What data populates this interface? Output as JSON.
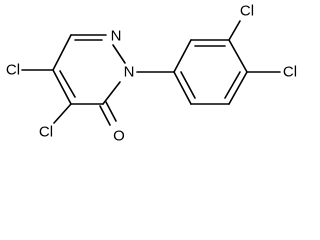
{
  "molecule": {
    "atoms": {
      "n1": "N",
      "n2": "N",
      "o": "O",
      "cl_c4": "Cl",
      "cl_c5": "Cl",
      "cl_meta": "Cl",
      "cl_para": "Cl"
    }
  }
}
